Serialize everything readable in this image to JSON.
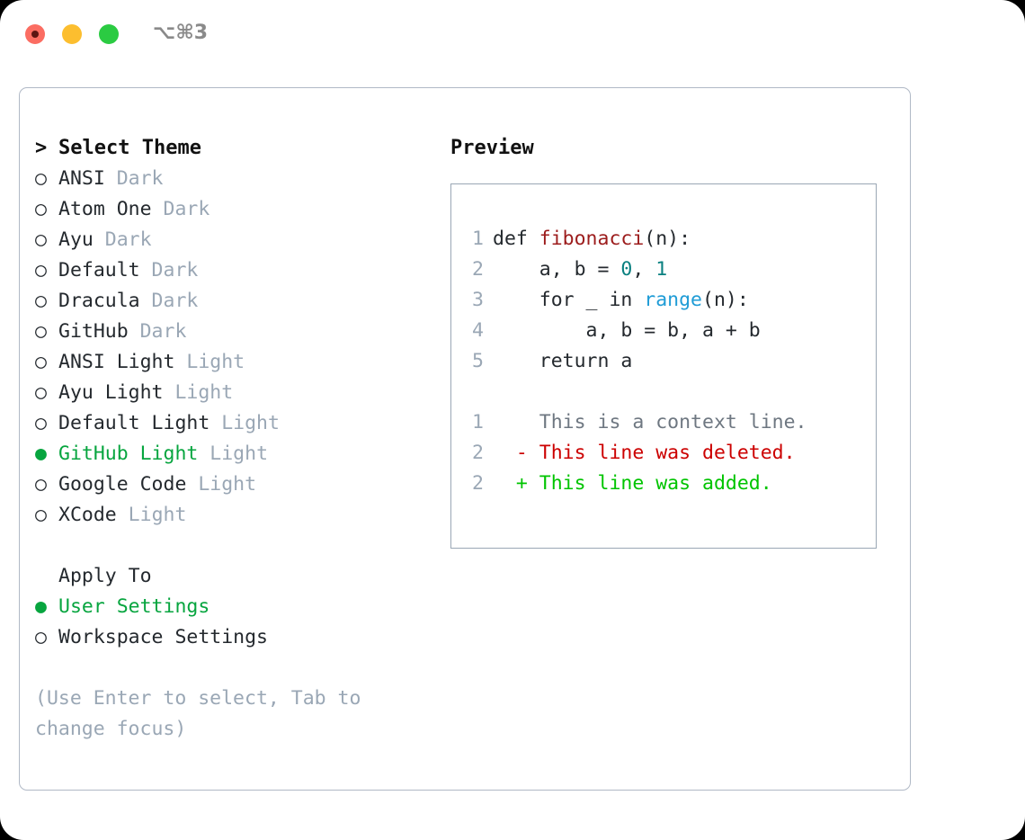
{
  "window": {
    "title_shortcut": "⌥⌘3",
    "controls": [
      {
        "name": "close",
        "color": "#fb6d62"
      },
      {
        "name": "minimize",
        "color": "#fcbe2f"
      },
      {
        "name": "maximize",
        "color": "#2bcb42"
      }
    ]
  },
  "theme_picker": {
    "header": "> Select Theme",
    "header_marker": ">",
    "header_label": "Select Theme",
    "marker_selected": "●",
    "marker_unselected": "○",
    "items": [
      {
        "name": "ANSI",
        "badge": "Dark",
        "selected": false
      },
      {
        "name": "Atom One",
        "badge": "Dark",
        "selected": false
      },
      {
        "name": "Ayu",
        "badge": "Dark",
        "selected": false
      },
      {
        "name": "Default",
        "badge": "Dark",
        "selected": false
      },
      {
        "name": "Dracula",
        "badge": "Dark",
        "selected": false
      },
      {
        "name": "GitHub",
        "badge": "Dark",
        "selected": false
      },
      {
        "name": "ANSI Light",
        "badge": "Light",
        "selected": false
      },
      {
        "name": "Ayu Light",
        "badge": "Light",
        "selected": false
      },
      {
        "name": "Default Light",
        "badge": "Light",
        "selected": false
      },
      {
        "name": "GitHub Light",
        "badge": "Light",
        "selected": true
      },
      {
        "name": "Google Code",
        "badge": "Light",
        "selected": false
      },
      {
        "name": "XCode",
        "badge": "Light",
        "selected": false
      }
    ]
  },
  "apply_to": {
    "title": "Apply To",
    "options": [
      {
        "label": "User Settings",
        "selected": true
      },
      {
        "label": "Workspace Settings",
        "selected": false
      }
    ]
  },
  "hint": "(Use Enter to select, Tab to change focus)",
  "preview": {
    "title": "Preview",
    "code_lines": [
      {
        "no": "1",
        "segments": [
          {
            "t": "def ",
            "c": "plain"
          },
          {
            "t": "fibonacci",
            "c": "func"
          },
          {
            "t": "(n):",
            "c": "plain"
          }
        ]
      },
      {
        "no": "2",
        "segments": [
          {
            "t": "    a, b = ",
            "c": "plain"
          },
          {
            "t": "0",
            "c": "num"
          },
          {
            "t": ", ",
            "c": "plain"
          },
          {
            "t": "1",
            "c": "num"
          }
        ]
      },
      {
        "no": "3",
        "segments": [
          {
            "t": "    for _ in ",
            "c": "plain"
          },
          {
            "t": "range",
            "c": "call"
          },
          {
            "t": "(n):",
            "c": "plain"
          }
        ]
      },
      {
        "no": "4",
        "segments": [
          {
            "t": "        a, b = b, a + b",
            "c": "plain"
          }
        ]
      },
      {
        "no": "5",
        "segments": [
          {
            "t": "    return a",
            "c": "plain"
          }
        ]
      }
    ],
    "diff_lines": [
      {
        "no": "1",
        "sign": " ",
        "text": "This is a context line.",
        "kind": "ctx"
      },
      {
        "no": "2",
        "sign": "-",
        "text": "This line was deleted.",
        "kind": "del"
      },
      {
        "no": "2",
        "sign": "+",
        "text": "This line was added.",
        "kind": "add"
      }
    ]
  },
  "colors": {
    "accent_green": "#07a53f",
    "diff_add": "#00c400",
    "diff_del": "#cc0000",
    "muted": "#9aa7b5",
    "syntax_function": "#9c1c1c",
    "syntax_number": "#0a8080",
    "syntax_call": "#1f9cd6"
  }
}
